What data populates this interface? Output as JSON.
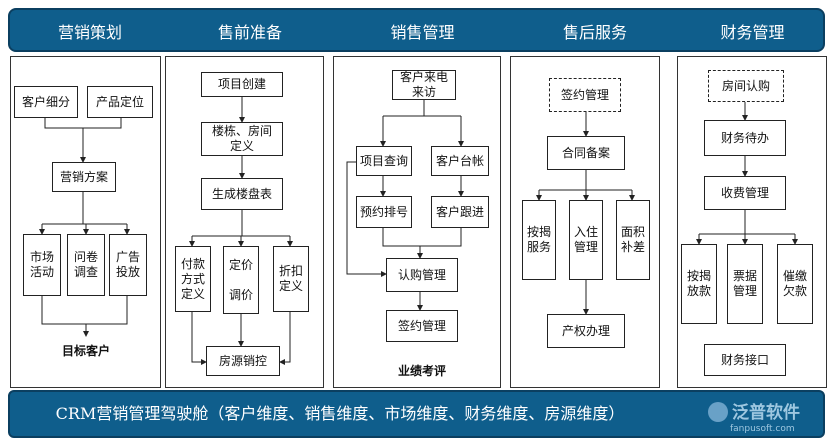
{
  "header": {
    "columns": [
      "营销策划",
      "售前准备",
      "销售管理",
      "售后服务",
      "财务管理"
    ]
  },
  "col1": {
    "customer_segment": "客户细分",
    "product_position": "产品定位",
    "marketing_plan": "营销方案",
    "market_activity": "市场\n活动",
    "survey": "问卷\n调查",
    "ad": "广告\n投放",
    "target": "目标客户"
  },
  "col2": {
    "project_create": "项目创建",
    "building_define": "楼栋、房间\n定义",
    "gen_sheet": "生成楼盘表",
    "payment_define": "付款\n方式\n定义",
    "pricing": "定价\n\n调价",
    "discount_define": "折扣\n定义",
    "inventory": "房源销控"
  },
  "col3": {
    "visit": "客户来电\n来访",
    "project_query": "项目查询",
    "customer_ledger": "客户台帐",
    "reservation": "预约排号",
    "follow_up": "客户跟进",
    "purchase": "认购管理",
    "sign": "签约管理",
    "performance": "业绩考评"
  },
  "col4": {
    "sign_mgmt": "签约管理",
    "contract_filing": "合同备案",
    "mortgage": "按揭\n服务",
    "move_in": "入住\n管理",
    "area_diff": "面积\n补差",
    "title_deed": "产权办理"
  },
  "col5": {
    "room_purchase": "房间认购",
    "finance_pending": "财务待办",
    "fee_mgmt": "收费管理",
    "loan": "按揭\n放款",
    "invoice": "票据\n管理",
    "collection": "催缴\n欠款",
    "finance_api": "财务接口"
  },
  "footer": {
    "title": "CRM营销管理驾驶舱（客户维度、销售维度、市场维度、财务维度、房源维度）"
  },
  "logo": {
    "name": "泛普软件",
    "site": "fanpusoft.com"
  },
  "colors": {
    "header_bg": "#0f5e8c",
    "footer_bg": "#0f5e8c",
    "line": "#222222"
  }
}
